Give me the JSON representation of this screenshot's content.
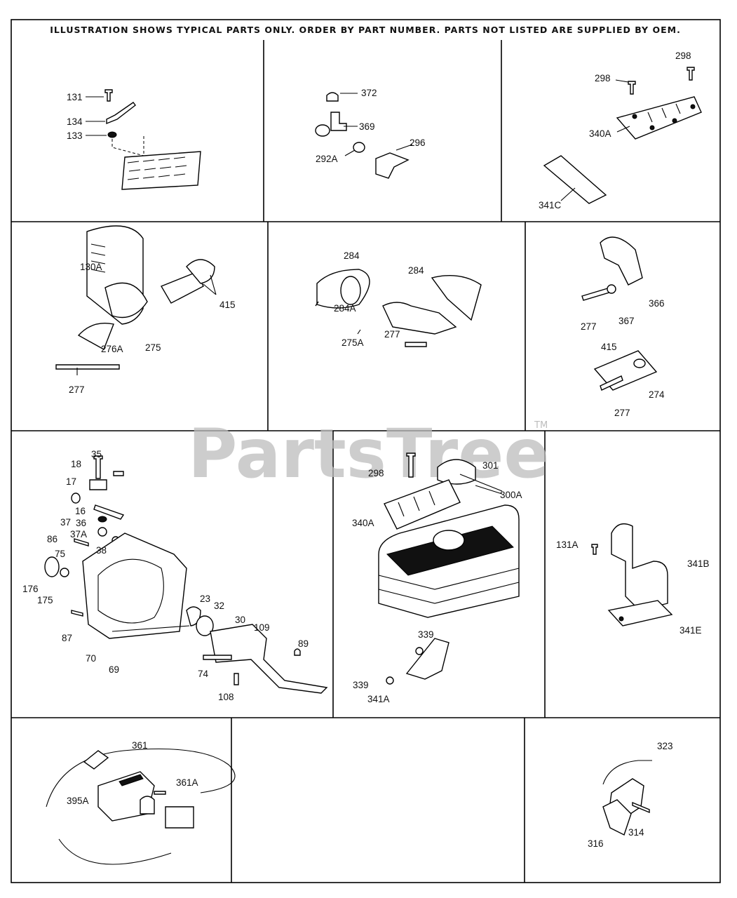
{
  "header": {
    "notice": "ILLUSTRATION SHOWS TYPICAL PARTS ONLY. ORDER BY PART NUMBER. PARTS NOT LISTED ARE SUPPLIED BY OEM."
  },
  "watermark": {
    "text": "PartsTree",
    "trademark": "TM"
  },
  "callouts": [
    "131",
    "134",
    "133",
    "372",
    "369",
    "292A",
    "296",
    "298",
    "298",
    "340A",
    "341C",
    "130A",
    "415",
    "275",
    "276A",
    "277",
    "284",
    "284",
    "284A",
    "277",
    "275A",
    "366",
    "277",
    "367",
    "415",
    "274",
    "277",
    "35",
    "18",
    "17",
    "37",
    "16",
    "36",
    "37A",
    "86",
    "38",
    "75",
    "176",
    "175",
    "87",
    "70",
    "69",
    "23",
    "32",
    "30",
    "109",
    "89",
    "74",
    "108",
    "298",
    "301",
    "300A",
    "340A",
    "339",
    "339",
    "341A",
    "131A",
    "341B",
    "341E",
    "361",
    "361A",
    "395A",
    "323",
    "314",
    "316"
  ]
}
